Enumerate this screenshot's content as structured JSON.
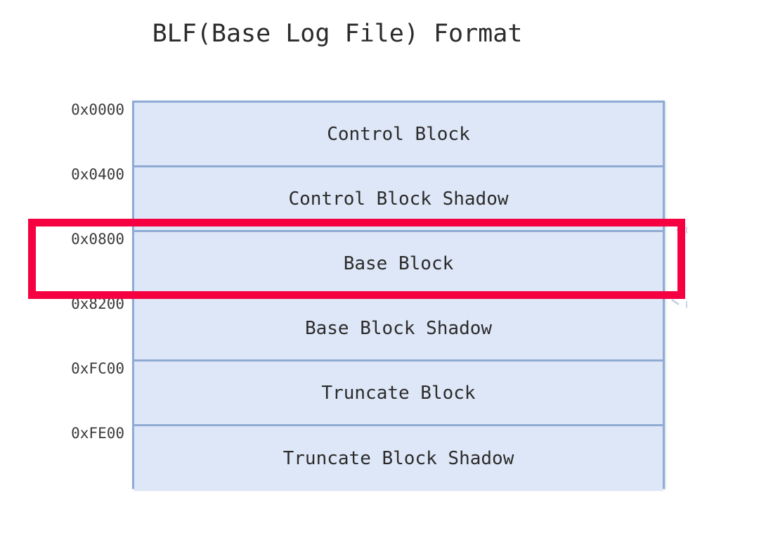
{
  "title": "BLF(Base Log File) Format",
  "colors": {
    "block_fill": "#dee7f7",
    "block_border": "#8fabd4",
    "highlight": "#f50040",
    "text": "#2b2b2b",
    "address_text": "#3a3a3a",
    "background": "#ffffff"
  },
  "addresses": [
    {
      "label": "0x0000"
    },
    {
      "label": "0x0400"
    },
    {
      "label": "0x0800"
    },
    {
      "label": "0x8200"
    },
    {
      "label": "0xFC00"
    },
    {
      "label": "0xFE00"
    }
  ],
  "blocks": [
    {
      "label": "Control Block",
      "offset": "0x0000",
      "highlighted": false
    },
    {
      "label": "Control Block Shadow",
      "offset": "0x0400",
      "highlighted": false
    },
    {
      "label": "Base Block",
      "offset": "0x0800",
      "highlighted": true
    },
    {
      "label": "Base Block Shadow",
      "offset": "0x8200",
      "highlighted": false
    },
    {
      "label": "Truncate Block",
      "offset": "0xFC00",
      "highlighted": false
    },
    {
      "label": "Truncate Block Shadow",
      "offset": "0xFE00",
      "highlighted": false
    }
  ],
  "highlight": {
    "target_block": "Base Block",
    "color": "#f50040"
  }
}
